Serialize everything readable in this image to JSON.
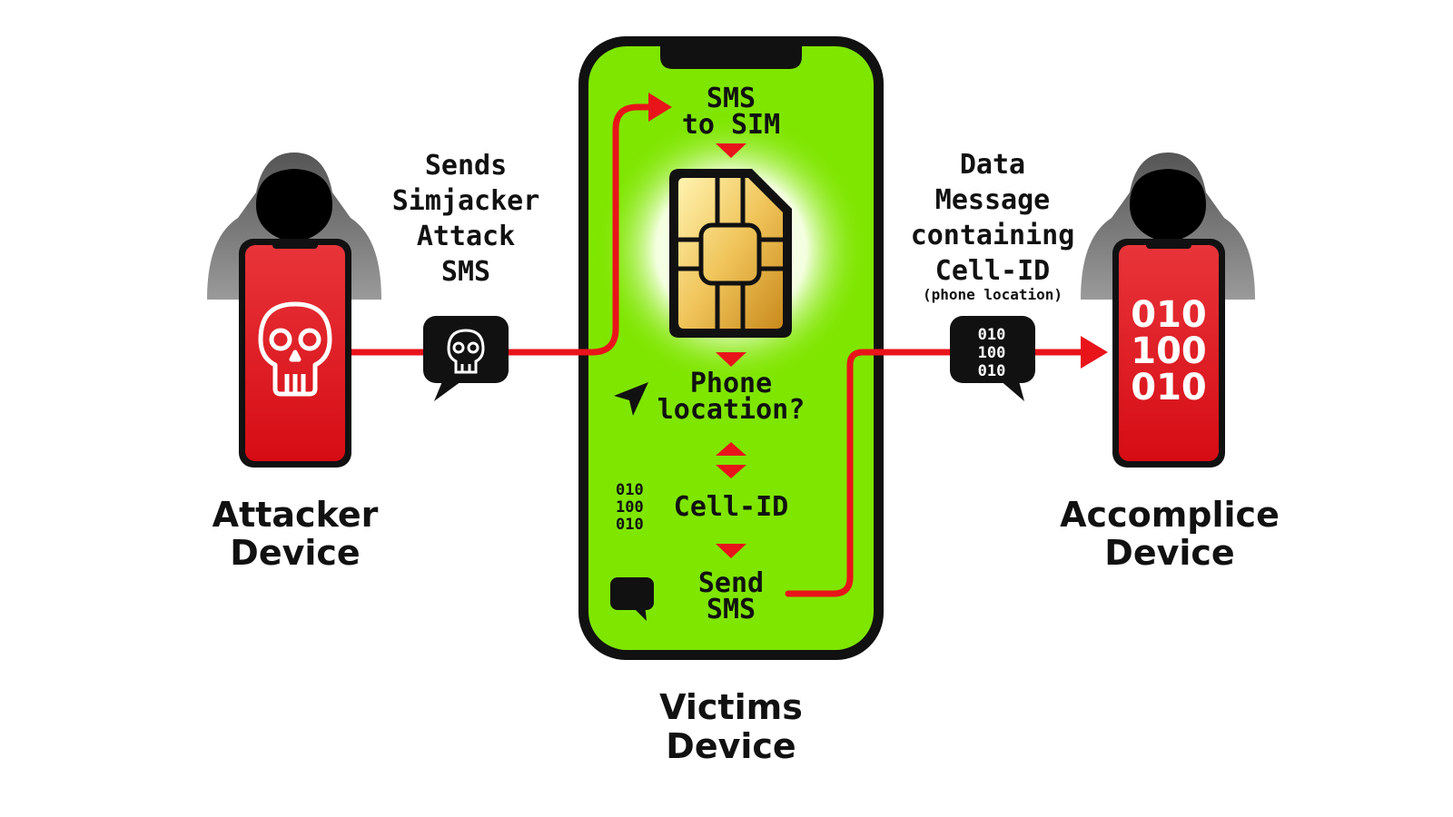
{
  "attacker": {
    "label_line1": "Attacker",
    "label_line2": "Device",
    "message_line1": "Sends",
    "message_line2": "Simjacker",
    "message_line3": "Attack",
    "message_line4": "SMS"
  },
  "victim": {
    "label_line1": "Victims",
    "label_line2": "Device",
    "step_sms_line1": "SMS",
    "step_sms_line2": "to SIM",
    "step_location_line1": "Phone",
    "step_location_line2": "location?",
    "step_cellid": "Cell-ID",
    "step_send_line1": "Send",
    "step_send_line2": "SMS",
    "binary_line1": "010",
    "binary_line2": "100",
    "binary_line3": "010"
  },
  "accomplice": {
    "label_line1": "Accomplice",
    "label_line2": "Device",
    "message_line1": "Data",
    "message_line2": "Message",
    "message_line3": "containing",
    "message_line4": "Cell-ID",
    "message_note": "(phone location)",
    "bubble_line1": "010",
    "bubble_line2": "100",
    "bubble_line3": "010",
    "screen_line1": "010",
    "screen_line2": "100",
    "screen_line3": "010"
  },
  "colors": {
    "attack_red": "#e8141a",
    "victim_screen_green": "#7fe600",
    "outline": "#111111",
    "sim_gold": "#e7b84a"
  },
  "icons": [
    "hooded-figure-icon",
    "skull-icon",
    "speech-bubble-icon",
    "sim-card-icon",
    "navigation-arrow-icon",
    "binary-icon"
  ]
}
